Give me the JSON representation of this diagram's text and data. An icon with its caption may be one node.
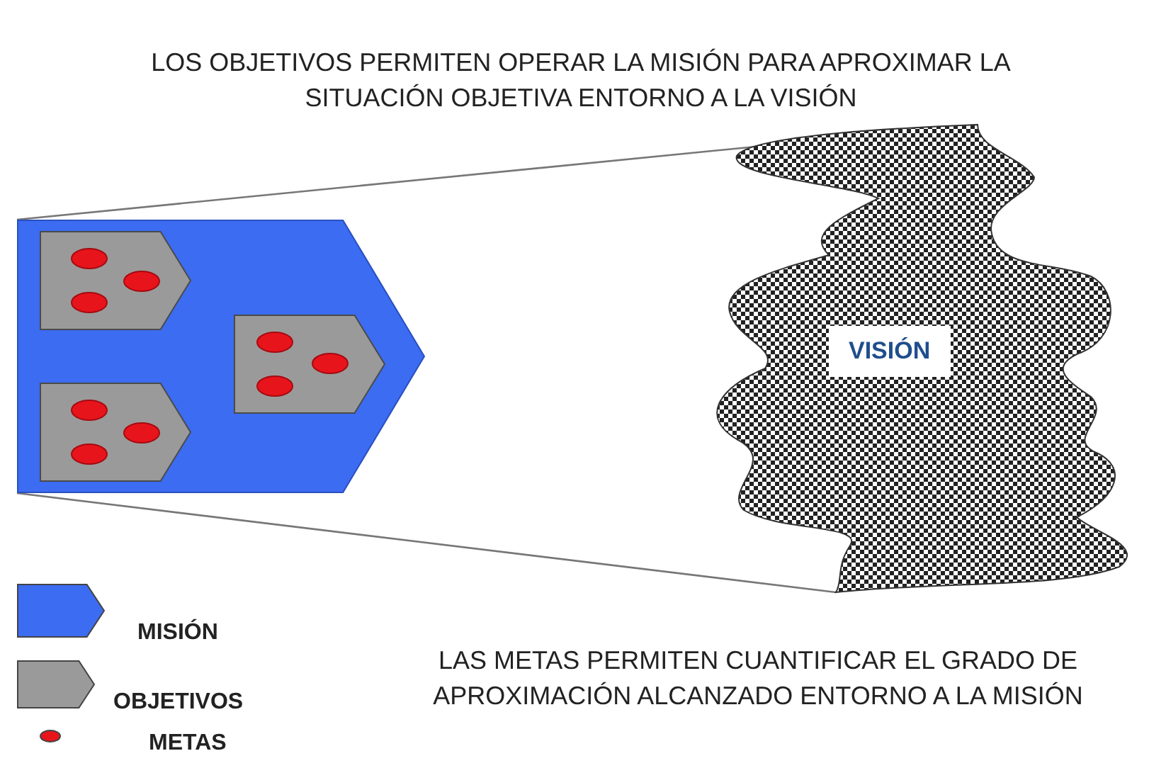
{
  "diagram": {
    "nodes": [
      {
        "text": [],
        "shape": "pentagon"
      },
      {
        "text": [],
        "shape": "pentagon",
        "in": 0
      },
      {
        "text": [],
        "shape": "ellipse",
        "in": 1
      },
      {
        "text": [],
        "shape": "ellipse",
        "in": 1
      },
      {
        "text": [],
        "shape": "ellipse",
        "in": 1
      },
      {
        "text": [],
        "shape": "pentagon",
        "in": 0
      },
      {
        "text": [],
        "shape": "ellipse",
        "in": 5
      },
      {
        "text": [],
        "shape": "ellipse",
        "in": 5
      },
      {
        "text": [],
        "shape": "ellipse",
        "in": 5
      },
      {
        "text": [],
        "shape": "pentagon",
        "in": 0
      },
      {
        "text": [],
        "shape": "ellipse",
        "in": 9
      },
      {
        "text": [],
        "shape": "ellipse",
        "in": 9
      },
      {
        "text": [],
        "shape": "ellipse",
        "in": 9
      },
      {
        "text": [
          "VISIÓN"
        ]
      }
    ],
    "edges": [
      {
        "from": 0,
        "to": 13,
        "arrow": "none"
      },
      {
        "from": 0,
        "to": 13,
        "arrow": "none"
      }
    ],
    "labels": [
      "LOS OBJETIVOS PERMITEN OPERAR LA MISIÓN PARA APROXIMAR LA SITUACIÓN OBJETIVA ENTORNO A LA VISIÓN",
      "LAS METAS PERMITEN CUANTIFICAR EL GRADO DE APROXIMACIÓN ALCANZADO ENTORNO A LA MISIÓN"
    ],
    "legend": [
      {
        "text": "MISIÓN",
        "color": "#3b6cf2"
      },
      {
        "text": "OBJETIVOS",
        "color": "#9a9a9a"
      },
      {
        "text": "METAS",
        "color": "#e8141c"
      }
    ]
  }
}
